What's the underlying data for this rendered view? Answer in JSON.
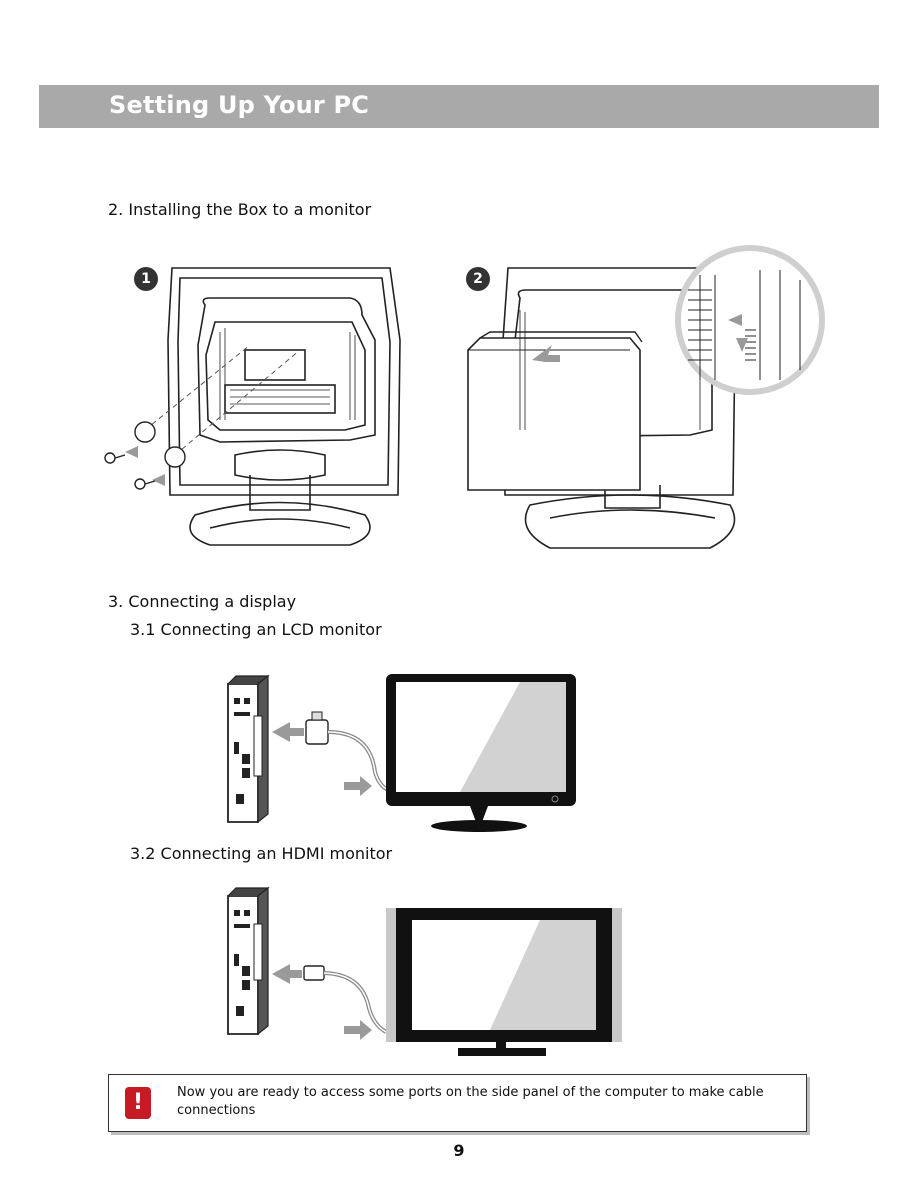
{
  "header": {
    "title": "Setting Up Your PC"
  },
  "section2": {
    "heading": "2. Installing the Box to a monitor",
    "steps": [
      {
        "number": "1"
      },
      {
        "number": "2"
      }
    ]
  },
  "section3": {
    "heading": "3. Connecting a display",
    "sub1": "3.1 Connecting an LCD monitor",
    "sub2": "3.2 Connecting an HDMI monitor"
  },
  "note": {
    "icon": "exclamation-icon",
    "icon_glyph": "!",
    "icon_color": "#c51b24",
    "text": "Now you are ready to access some ports on the side panel of the computer to make cable connections"
  },
  "page_number": "9",
  "colors": {
    "header_bar": "#a9a9a9",
    "arrow": "#9a9a9a"
  }
}
